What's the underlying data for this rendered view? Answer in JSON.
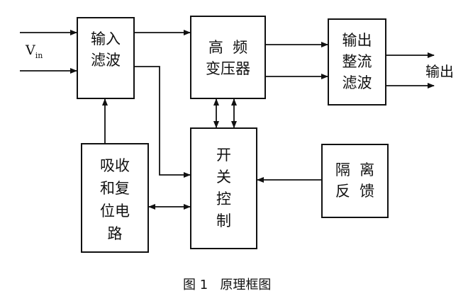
{
  "blocks": {
    "input_filter": "输入\n滤波",
    "hf_transformer": "高  频\n变压器",
    "output_rect_filter": "输出\n整流\n滤波",
    "switch_control": "开\n关\n控\n制",
    "snubber_reset": "吸收\n和复\n位电\n路",
    "isolated_feedback": "隔  离\n反  馈"
  },
  "input_label": {
    "main": "V",
    "sub": "in"
  },
  "output_label": "输出",
  "caption": "图 1   原理框图"
}
